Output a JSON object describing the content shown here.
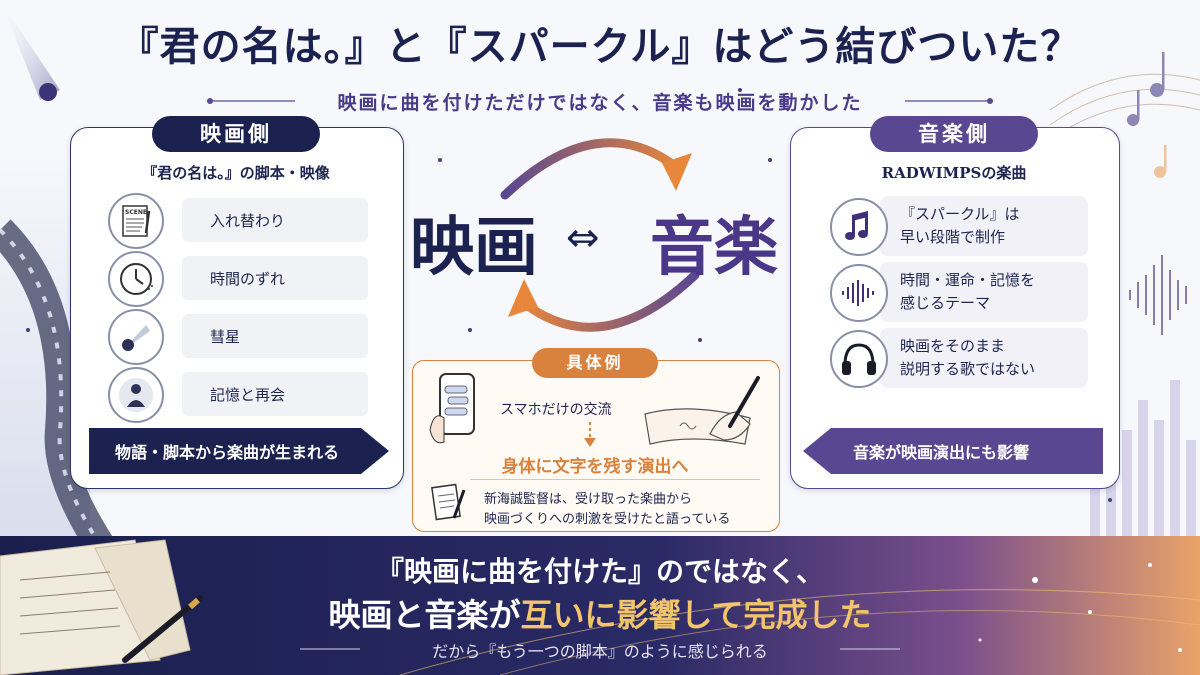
{
  "header": {
    "title": "『君の名は。』と『スパークル』はどう結びついた？",
    "subtitle": "映画に曲を付けただけではなく、音楽も映画を動かした"
  },
  "film_panel": {
    "tag": "映画側",
    "sub": "『君の名は。』の脚本・映像",
    "items": [
      {
        "label": "入れ替わり",
        "icon": "scene-notebook-icon"
      },
      {
        "label": "時間のずれ",
        "icon": "clock-icon"
      },
      {
        "label": "彗星",
        "icon": "comet-icon"
      },
      {
        "label": "記憶と再会",
        "icon": "person-silhouette-icon"
      }
    ],
    "banner": "物語・脚本から楽曲が生まれる",
    "icon_text": "SCENE"
  },
  "center": {
    "left_word": "映画",
    "arrow": "⇔",
    "right_word": "音楽"
  },
  "music_panel": {
    "tag": "音楽側",
    "sub": "RADWIMPSの楽曲",
    "items": [
      {
        "label": "『スパークル』は\n早い段階で制作",
        "icon": "music-note-icon"
      },
      {
        "label": "時間・運命・記憶を\n感じるテーマ",
        "icon": "sound-wave-icon"
      },
      {
        "label": "映画をそのまま\n説明する歌ではない",
        "icon": "headphones-icon"
      }
    ],
    "banner": "音楽が映画演出にも影響"
  },
  "example": {
    "tag": "具体例",
    "phone_text": "スマホだけの交流",
    "highlight": "身体に文字を残す演出へ",
    "note_line1": "新海誠監督は、受け取った楽曲から",
    "note_line2": "映画づくりへの刺激を受けたと語っている"
  },
  "bottom": {
    "line1": "『映画に曲を付けた』のではなく、",
    "line2_a": "映画と音楽が",
    "line2_b": "互いに影響して完成した",
    "line3": "だから『もう一つの脚本』のように感じられる"
  },
  "colors": {
    "navy": "#1c2250",
    "purple": "#5a4791",
    "orange": "#d9823e",
    "gold": "#f2c46b"
  }
}
